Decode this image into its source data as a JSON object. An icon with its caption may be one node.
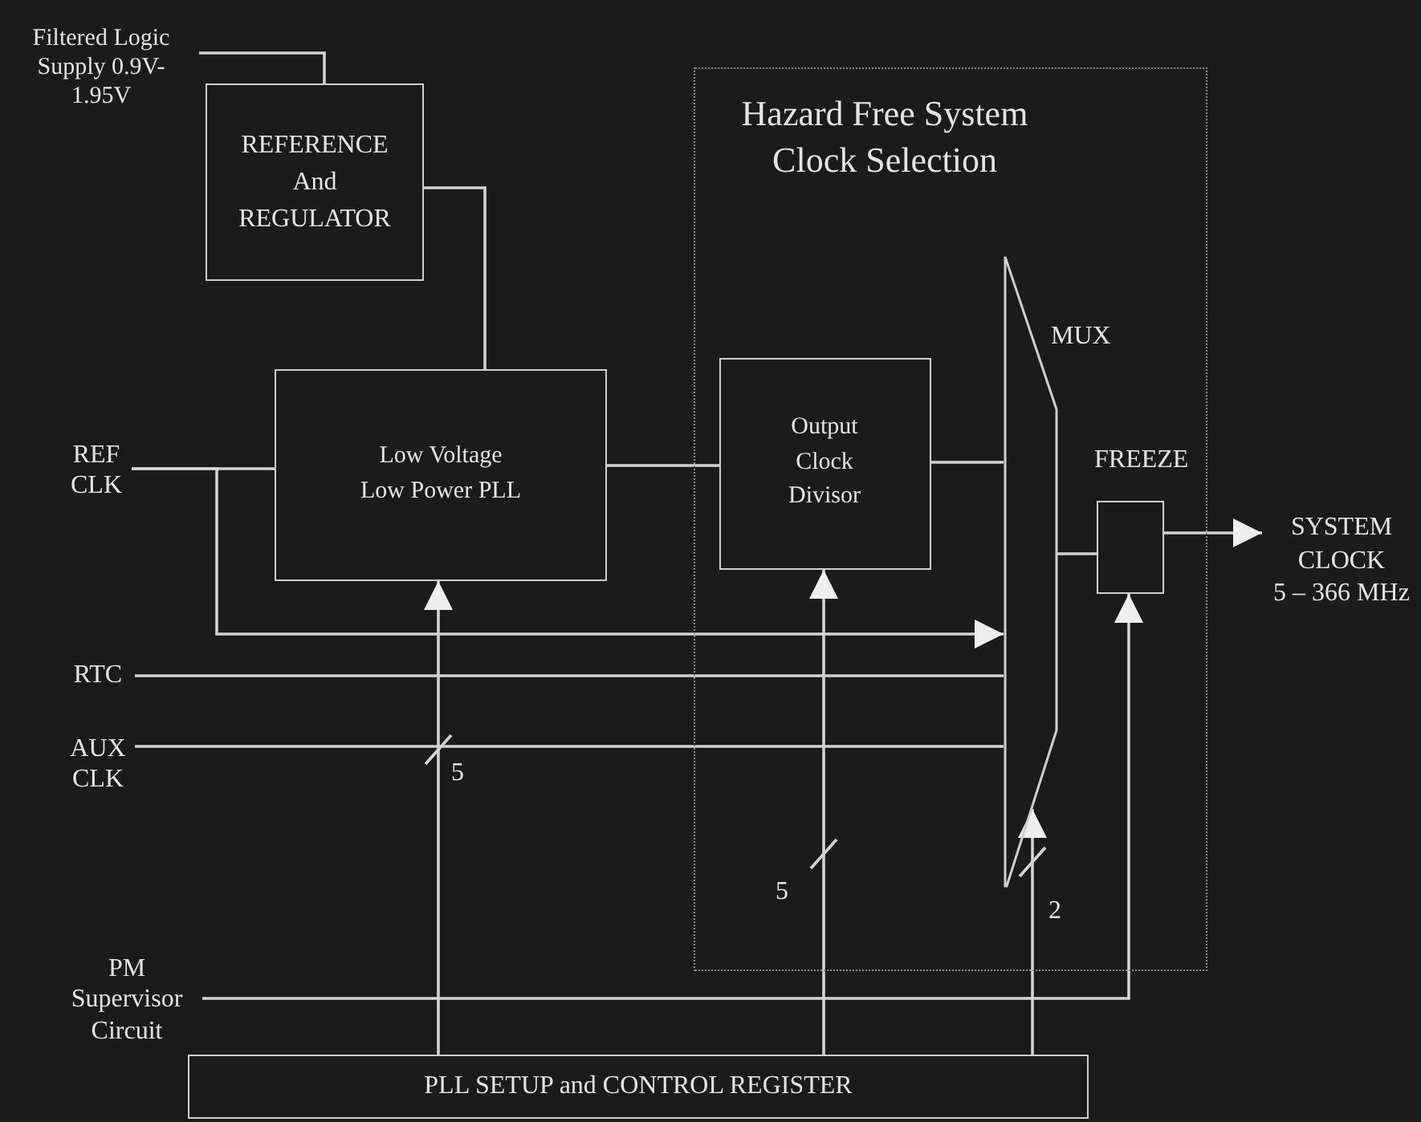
{
  "diagram": {
    "nodes": [
      {
        "text": [
          "Filtered Logic Supply 0.9V-1.95V"
        ]
      },
      {
        "text": [
          "REFERENCE And REGULATOR"
        ]
      },
      {
        "text": [
          "REF CLK"
        ]
      },
      {
        "text": [
          "Low Voltage Low Power PLL"
        ]
      },
      {
        "text": [
          "Hazard Free System Clock Selection"
        ]
      },
      {
        "text": [
          "Output Clock Divisor"
        ],
        "in": 4
      },
      {
        "text": [
          "MUX"
        ],
        "in": 4
      },
      {
        "text": [
          "FREEZE"
        ],
        "in": 4
      },
      {
        "text": [
          "SYSTEM CLOCK",
          "5 – 366 MHz"
        ]
      },
      {
        "text": [
          "RTC"
        ]
      },
      {
        "text": [
          "AUX CLK"
        ]
      },
      {
        "text": [
          "PM Supervisor Circuit"
        ]
      },
      {
        "text": [
          "PLL SETUP and CONTROL REGISTER"
        ]
      }
    ],
    "edges": [
      {
        "from": 0,
        "to": 1,
        "arrow": "none"
      },
      {
        "from": 1,
        "to": 3,
        "arrow": "none"
      },
      {
        "from": 2,
        "to": 3,
        "arrow": "none"
      },
      {
        "from": 2,
        "to": 6,
        "arrow": "to"
      },
      {
        "from": 3,
        "to": 5,
        "arrow": "none"
      },
      {
        "from": 5,
        "to": 6,
        "arrow": "none"
      },
      {
        "from": 9,
        "to": 6,
        "arrow": "none"
      },
      {
        "from": 10,
        "to": 6,
        "arrow": "none"
      },
      {
        "from": 6,
        "to": 7,
        "arrow": "none"
      },
      {
        "from": 7,
        "to": 8,
        "arrow": "to"
      },
      {
        "from": 12,
        "to": 3,
        "arrow": "to",
        "label": "5"
      },
      {
        "from": 12,
        "to": 5,
        "arrow": "to",
        "label": "5"
      },
      {
        "from": 12,
        "to": 6,
        "arrow": "to",
        "label": "2"
      },
      {
        "from": 11,
        "to": 7,
        "arrow": "to"
      }
    ]
  }
}
